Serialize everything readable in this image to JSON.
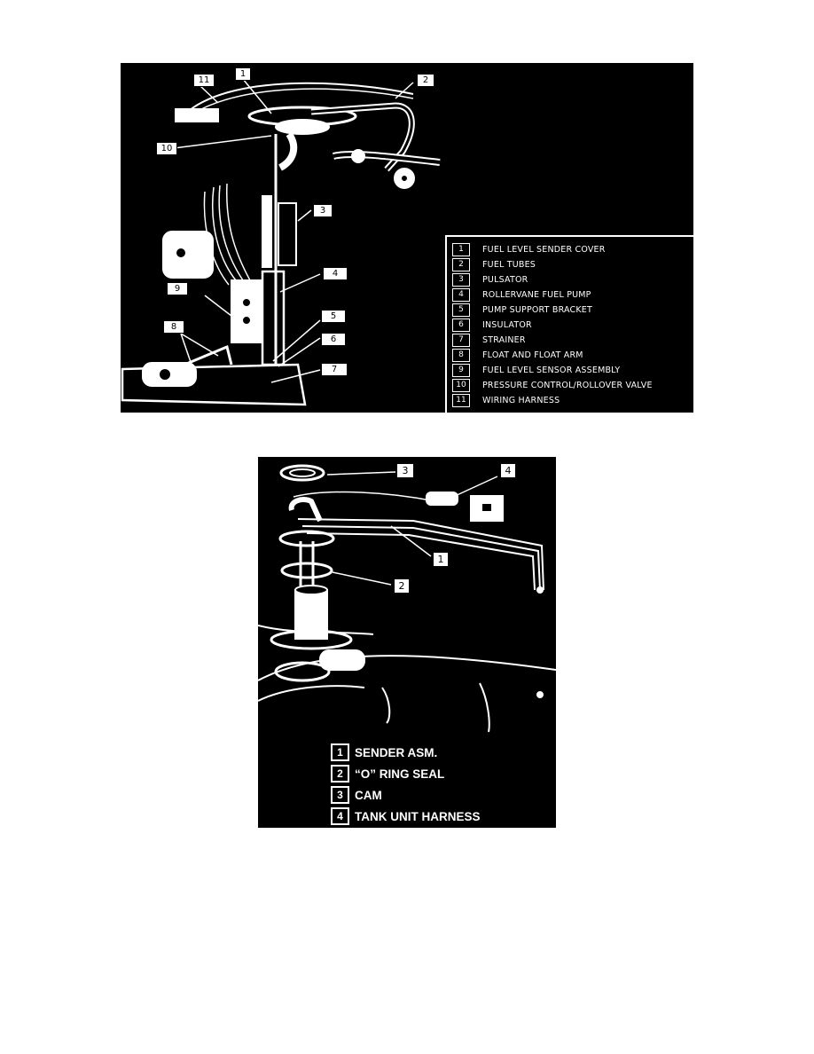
{
  "figure1": {
    "callouts": [
      "1",
      "2",
      "3",
      "4",
      "5",
      "6",
      "7",
      "8",
      "9",
      "10",
      "11"
    ],
    "legend": [
      {
        "num": "1",
        "label": "FUEL LEVEL SENDER COVER"
      },
      {
        "num": "2",
        "label": "FUEL TUBES"
      },
      {
        "num": "3",
        "label": "PULSATOR"
      },
      {
        "num": "4",
        "label": "ROLLERVANE FUEL PUMP"
      },
      {
        "num": "5",
        "label": "PUMP SUPPORT BRACKET"
      },
      {
        "num": "6",
        "label": "INSULATOR"
      },
      {
        "num": "7",
        "label": "STRAINER"
      },
      {
        "num": "8",
        "label": "FLOAT AND FLOAT ARM"
      },
      {
        "num": "9",
        "label": "FUEL LEVEL SENSOR ASSEMBLY"
      },
      {
        "num": "10",
        "label": "PRESSURE CONTROL/ROLLOVER VALVE"
      },
      {
        "num": "11",
        "label": "WIRING HARNESS"
      }
    ]
  },
  "figure2": {
    "callouts": [
      "1",
      "2",
      "3",
      "4"
    ],
    "legend": [
      {
        "num": "1",
        "label": "SENDER ASM."
      },
      {
        "num": "2",
        "label": "“O” RING SEAL"
      },
      {
        "num": "3",
        "label": "CAM"
      },
      {
        "num": "4",
        "label": "TANK UNIT HARNESS"
      }
    ]
  }
}
